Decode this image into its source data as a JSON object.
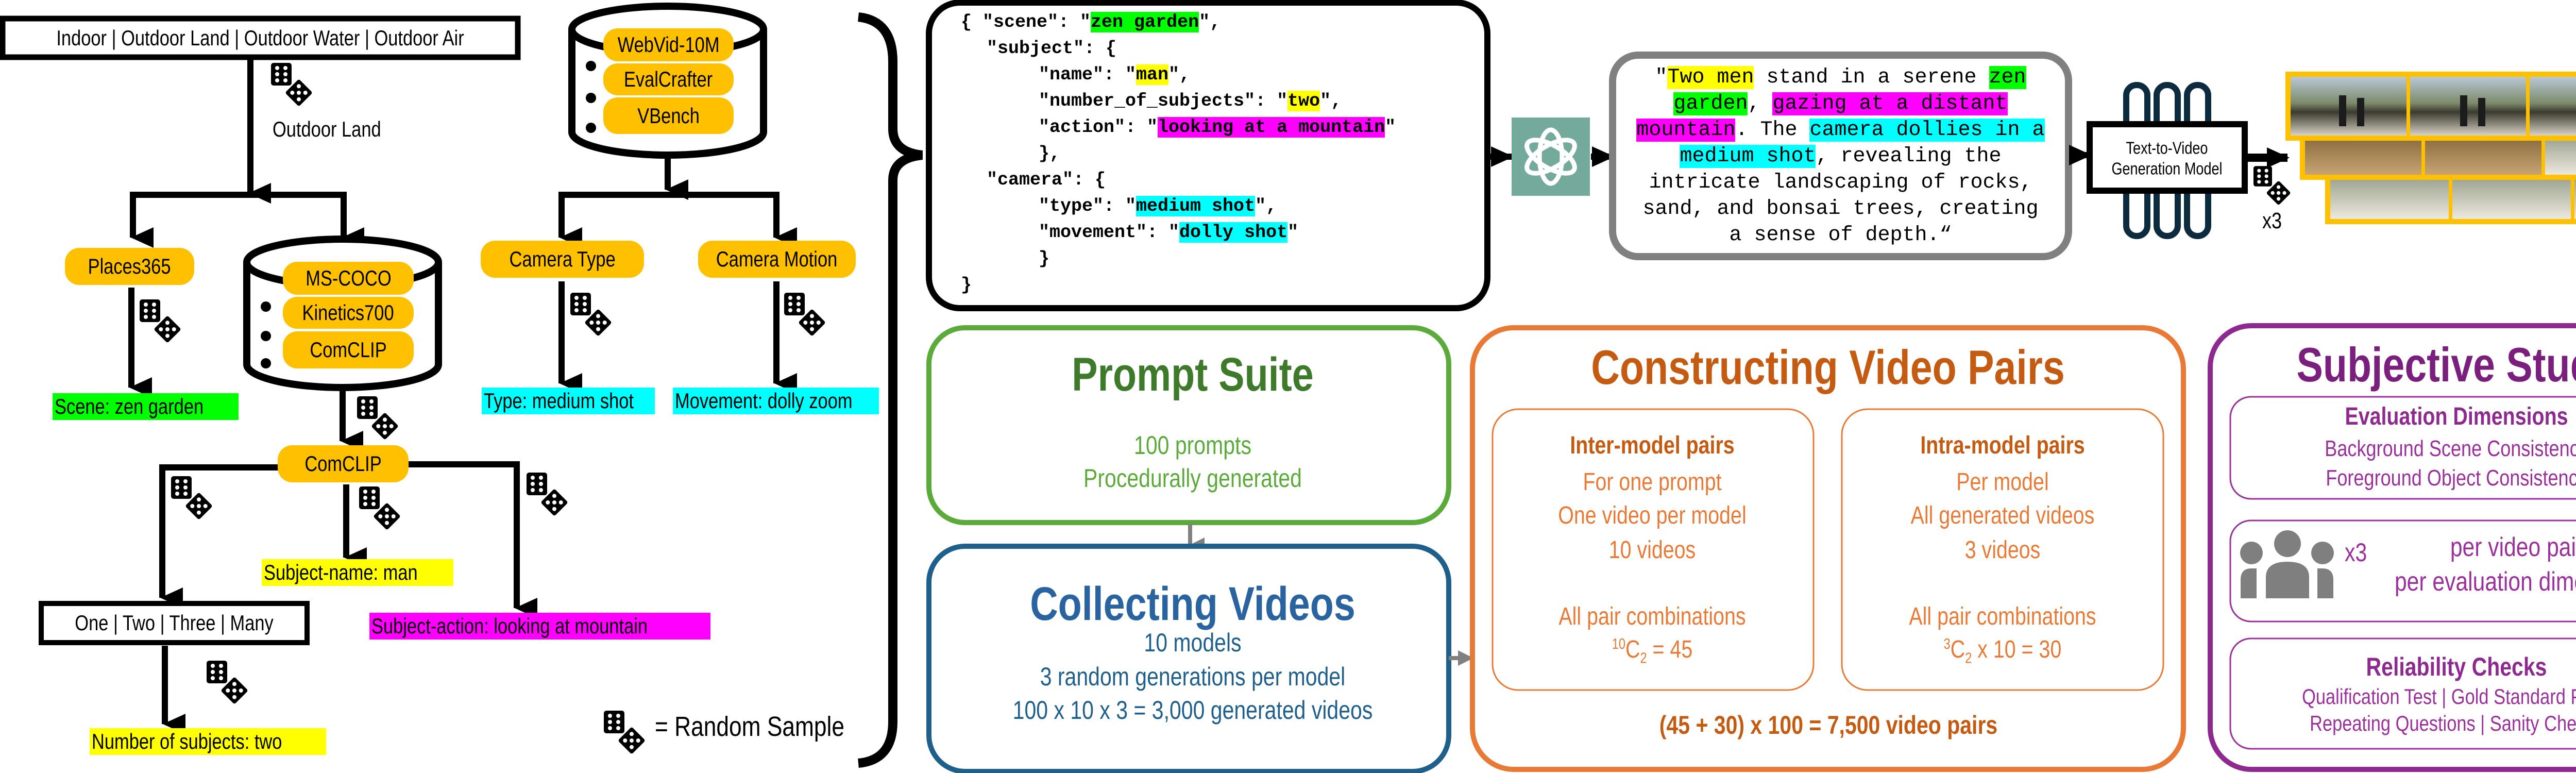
{
  "colors": {
    "green": "#00ff00",
    "yellow": "#ffff00",
    "magenta": "#ff00ff",
    "cyan": "#00ffff",
    "source_pill": "#ffc000",
    "prompt_suite": "#5aab3a",
    "collecting": "#1f5f8b",
    "constructing": "#e97a35",
    "subjective": "#8e2a8f"
  },
  "left": {
    "categories_box": "Indoor | Outdoor Land | Outdoor Water | Outdoor Air",
    "sampled_category": "Outdoor Land",
    "places_source": "Places365",
    "object_sources": [
      "MS-COCO",
      "Kinetics700",
      "ComCLIP"
    ],
    "scene_result": "Scene: zen garden",
    "comclip": "ComCLIP",
    "subject_name_result": "Subject-name: man",
    "subject_action_result": "Subject-action: looking at mountain",
    "count_options": "One | Two | Three | Many",
    "count_result": "Number of subjects: two",
    "camera_sources": [
      "WebVid-10M",
      "EvalCrafter",
      "VBench"
    ],
    "camera_type": "Camera Type",
    "camera_motion": "Camera Motion",
    "type_result": "Type: medium shot",
    "movement_result": "Movement: dolly zoom",
    "legend": "= Random Sample",
    "dice_icon": "dice-icon"
  },
  "json_prompt": {
    "lines": [
      [
        {
          "text": "{ \"scene\": \""
        },
        {
          "text": "zen garden",
          "hl": "green"
        },
        {
          "text": "\","
        }
      ],
      [
        {
          "text": "\"subject\": {"
        }
      ],
      [
        {
          "text": "\"name\": \""
        },
        {
          "text": "man",
          "hl": "yellow"
        },
        {
          "text": "\","
        }
      ],
      [
        {
          "text": "\"number_of_subjects\": \""
        },
        {
          "text": "two",
          "hl": "yellow"
        },
        {
          "text": "\","
        }
      ],
      [
        {
          "text": "\"action\": ″"
        },
        {
          "text": "looking at a mountain",
          "hl": "magenta"
        },
        {
          "text": "\""
        }
      ],
      [
        {
          "text": "},"
        }
      ],
      [
        {
          "text": "\"camera\": {"
        }
      ],
      [
        {
          "text": "\"type\": \""
        },
        {
          "text": "medium shot",
          "hl": "cyan"
        },
        {
          "text": "\","
        }
      ],
      [
        {
          "text": "\"movement\": \""
        },
        {
          "text": "dolly shot",
          "hl": "cyan"
        },
        {
          "text": "\""
        }
      ],
      [
        {
          "text": "}"
        }
      ],
      [
        {
          "text": "}"
        }
      ]
    ]
  },
  "llm_icon": "chatgpt-logo-icon",
  "prompt_text": {
    "lines": [
      [
        {
          "text": "\""
        },
        {
          "text": "Two men",
          "hl": "yellow"
        },
        {
          "text": " stand in a serene "
        },
        {
          "text": "zen",
          "hl": "green"
        }
      ],
      [
        {
          "text": "garden",
          "hl": "green"
        },
        {
          "text": ", "
        },
        {
          "text": "gazing at a distant",
          "hl": "magenta"
        }
      ],
      [
        {
          "text": "mountain",
          "hl": "magenta"
        },
        {
          "text": ". The "
        },
        {
          "text": "camera dollies in a",
          "hl": "cyan"
        }
      ],
      [
        {
          "text": "medium shot",
          "hl": "cyan"
        },
        {
          "text": ", revealing the"
        }
      ],
      [
        {
          "text": "intricate landscaping of rocks,"
        }
      ],
      [
        {
          "text": "sand, and bonsai trees, creating"
        }
      ],
      [
        {
          "text": "a sense of depth.“"
        }
      ]
    ]
  },
  "t2v_model": {
    "line1": "Text-to-Video",
    "line2": "Generation Model",
    "repeat": "x3"
  },
  "prompt_suite": {
    "title": "Prompt Suite",
    "lines": [
      "100 prompts",
      "Procedurally generated"
    ]
  },
  "collecting": {
    "title": "Collecting Videos",
    "lines": [
      "10 models",
      "3 random generations per model",
      "100 x 10 x 3 = 3,000 generated videos"
    ]
  },
  "constructing": {
    "title": "Constructing Video Pairs",
    "inter": {
      "title": "Inter-model pairs",
      "lines": [
        "For one prompt",
        "One video per model",
        "10 videos",
        "All pair combinations"
      ],
      "formula": {
        "pre": "10",
        "base": "C",
        "sub": "2",
        "post": " = 45"
      }
    },
    "intra": {
      "title": "Intra-model pairs",
      "lines": [
        "Per model",
        "All generated videos",
        "3 videos",
        "All pair combinations"
      ],
      "formula": {
        "pre": "3",
        "base": "C",
        "sub": "2",
        "post": " x 10 = 30"
      }
    },
    "total": "(45 + 30) x 100 = 7,500 video pairs"
  },
  "subjective": {
    "title": "Subjective Study",
    "eval_dims": {
      "title": "Evaluation Dimensions",
      "lines": [
        "Background Scene Consistency",
        "Foreground Object Consistency"
      ]
    },
    "raters": {
      "count": "x3",
      "lines": [
        "per video pair",
        "per evaluation dimension"
      ]
    },
    "reliability": {
      "title": "Reliability Checks",
      "lines": [
        "Qualification Test | Gold Standard Pairs",
        "Repeating Questions | Sanity Checks"
      ]
    }
  }
}
